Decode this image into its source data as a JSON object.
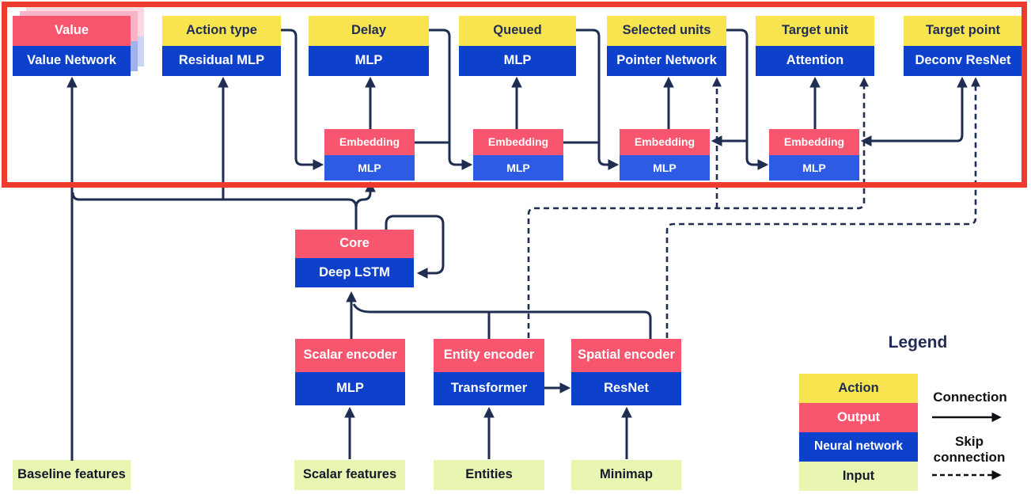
{
  "heads": [
    {
      "action": "Value",
      "network": "Value Network"
    },
    {
      "action": "Action type",
      "network": "Residual MLP"
    },
    {
      "action": "Delay",
      "network": "MLP"
    },
    {
      "action": "Queued",
      "network": "MLP"
    },
    {
      "action": "Selected units",
      "network": "Pointer Network"
    },
    {
      "action": "Target unit",
      "network": "Attention"
    },
    {
      "action": "Target point",
      "network": "Deconv ResNet"
    }
  ],
  "embeddings": [
    {
      "output": "Embedding",
      "network": "MLP"
    },
    {
      "output": "Embedding",
      "network": "MLP"
    },
    {
      "output": "Embedding",
      "network": "MLP"
    },
    {
      "output": "Embedding",
      "network": "MLP"
    }
  ],
  "core": {
    "output": "Core",
    "network": "Deep LSTM"
  },
  "encoders": [
    {
      "output": "Scalar encoder",
      "network": "MLP"
    },
    {
      "output": "Entity encoder",
      "network": "Transformer"
    },
    {
      "output": "Spatial encoder",
      "network": "ResNet"
    }
  ],
  "inputs": {
    "baseline": "Baseline features",
    "scalar": "Scalar features",
    "entities": "Entities",
    "minimap": "Minimap"
  },
  "legend": {
    "title": "Legend",
    "swatches": [
      {
        "label": "Action",
        "color": "#F8E44F"
      },
      {
        "label": "Output",
        "color": "#F8566F"
      },
      {
        "label": "Neural network",
        "color": "#0E41CB"
      },
      {
        "label": "Input",
        "color": "#E9F6B2"
      }
    ],
    "connection_label": "Connection",
    "skip_connection_label": "Skip connection"
  },
  "colors": {
    "action_yellow": "#F8E44F",
    "output_pink": "#F8566F",
    "network_blue": "#0E41CB",
    "embedding_network_blue": "#2E5BE4",
    "input_green": "#E9F6B2",
    "wire_navy": "#1F2D52",
    "highlight_frame_red": "#EE3B2D",
    "background": "#FFFFFF"
  },
  "connections": [
    {
      "from": "Baseline features",
      "to": "Value Network",
      "type": "solid"
    },
    {
      "from": "Core",
      "to": "Value Network",
      "type": "solid"
    },
    {
      "from": "Core",
      "to": "Residual MLP",
      "type": "solid"
    },
    {
      "from": "Core",
      "to": "Embedding 1",
      "type": "solid"
    },
    {
      "from": "Action type",
      "to": "Embedding 1",
      "type": "solid"
    },
    {
      "from": "Embedding 1",
      "to": "Delay MLP",
      "type": "solid"
    },
    {
      "from": "Embedding 1",
      "to": "Embedding 2",
      "type": "solid"
    },
    {
      "from": "Delay",
      "to": "Embedding 2",
      "type": "solid"
    },
    {
      "from": "Embedding 2",
      "to": "Queued MLP",
      "type": "solid"
    },
    {
      "from": "Embedding 2",
      "to": "Embedding 3",
      "type": "solid"
    },
    {
      "from": "Queued",
      "to": "Embedding 3",
      "type": "solid"
    },
    {
      "from": "Embedding 3",
      "to": "Pointer Network",
      "type": "solid"
    },
    {
      "from": "Selected units",
      "to": "Embedding 3",
      "type": "solid"
    },
    {
      "from": "Selected units",
      "to": "Embedding 4",
      "type": "solid"
    },
    {
      "from": "Embedding 4",
      "to": "Attention",
      "type": "solid"
    },
    {
      "from": "Embedding 4",
      "to": "Deconv ResNet",
      "type": "solid"
    },
    {
      "from": "Deep LSTM",
      "to": "Deep LSTM",
      "type": "solid",
      "note": "recurrent loop"
    },
    {
      "from": "Scalar encoder",
      "to": "Deep LSTM",
      "type": "solid"
    },
    {
      "from": "Entity encoder",
      "to": "Deep LSTM",
      "type": "solid"
    },
    {
      "from": "Spatial encoder",
      "to": "Deep LSTM",
      "type": "solid"
    },
    {
      "from": "Transformer",
      "to": "ResNet",
      "type": "solid"
    },
    {
      "from": "Scalar features",
      "to": "Scalar encoder",
      "type": "solid"
    },
    {
      "from": "Entities",
      "to": "Entity encoder",
      "type": "solid"
    },
    {
      "from": "Minimap",
      "to": "Spatial encoder",
      "type": "solid"
    },
    {
      "from": "Entity encoder",
      "to": "Pointer Network",
      "type": "dashed"
    },
    {
      "from": "Entity encoder",
      "to": "Attention",
      "type": "dashed"
    },
    {
      "from": "Spatial encoder",
      "to": "Deconv ResNet",
      "type": "dashed"
    }
  ]
}
